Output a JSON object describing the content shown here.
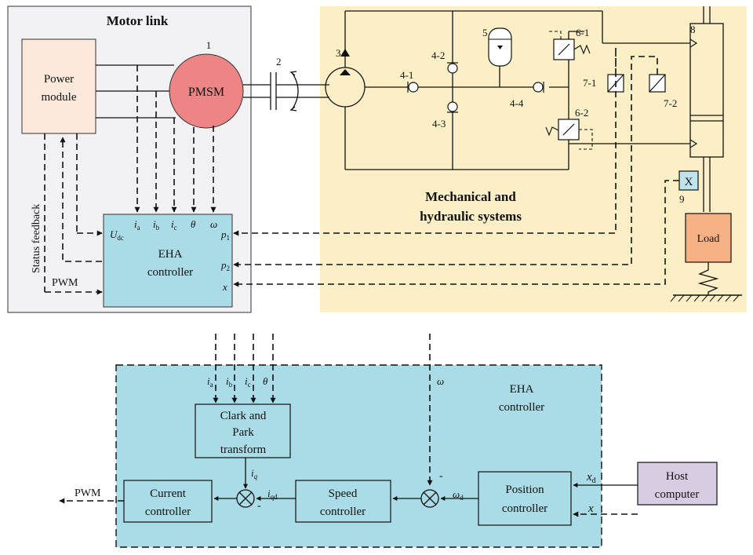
{
  "motor_link": {
    "title": "Motor link",
    "power_module": [
      "Power",
      "module"
    ],
    "pmsm": "PMSM",
    "pmsm_num": "1",
    "status_feedback": "Status feedback",
    "pwm": "PWM"
  },
  "eha_top": {
    "label": [
      "EHA",
      "controller"
    ],
    "in_udc": "U",
    "in_udc_sub": "dc",
    "in_ia": "i",
    "in_ia_sub": "a",
    "in_ib": "i",
    "in_ib_sub": "b",
    "in_ic": "i",
    "in_ic_sub": "c",
    "in_theta": "θ",
    "in_omega": "ω",
    "p1": "p",
    "p1_sub": "1",
    "p2": "p",
    "p2_sub": "2",
    "x": "x"
  },
  "hydraulic": {
    "title": [
      "Mechanical and",
      "hydraulic systems"
    ],
    "n2": "2",
    "n3": "3",
    "n4_1": "4-1",
    "n4_2": "4-2",
    "n4_3": "4-3",
    "n4_4": "4-4",
    "n5": "5",
    "n6_1": "6-1",
    "n6_2": "6-2",
    "n7_1": "7-1",
    "n7_2": "7-2",
    "n8": "8",
    "n9": "9",
    "sensor_x": "X",
    "load": "Load"
  },
  "bottom": {
    "eha_label": [
      "EHA",
      "controller"
    ],
    "ia": "i",
    "ia_sub": "a",
    "ib": "i",
    "ib_sub": "b",
    "ic": "i",
    "ic_sub": "c",
    "theta": "θ",
    "omega": "ω",
    "clark": [
      "Clark and",
      "Park",
      "transform"
    ],
    "iq": "i",
    "iq_sub": "q",
    "iqd": "i",
    "iqd_sub": "qd",
    "omegad": "ω",
    "omegad_sub": "d",
    "xd": "x",
    "xd_sub": "d",
    "x": "x",
    "minus": "-",
    "current": [
      "Current",
      "controller"
    ],
    "speed": [
      "Speed",
      "controller"
    ],
    "position": [
      "Position",
      "controller"
    ],
    "host": [
      "Host",
      "computer"
    ],
    "pwm": "PWM"
  },
  "colors": {
    "motor_bg": "#f2f1f4",
    "hydraulic_bg": "#fcefc6",
    "controller": "#a9dce7",
    "power_module": "#fde9dc",
    "pmsm": "#ee8585",
    "load": "#f6b184",
    "host": "#d8cce2",
    "sensor": "#bfe4ee"
  }
}
